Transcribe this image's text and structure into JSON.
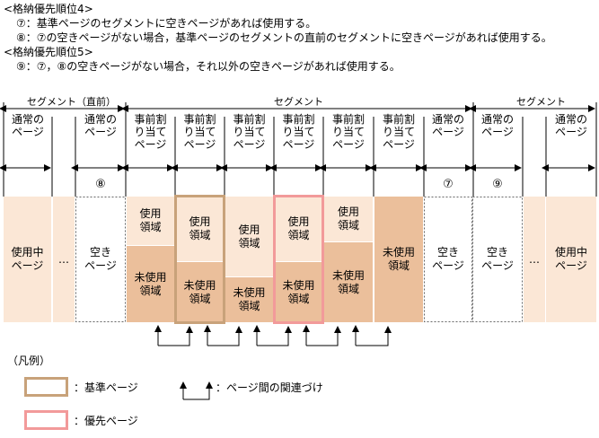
{
  "intro": {
    "line1": "<格納優先順位4>",
    "line2": "⑦：基準ページのセグメントに空きページがあれば使用する。",
    "line3": "⑧：⑦の空きページがない場合，基準ページのセグメントの直前のセグメントに空きページがあれば使用する。",
    "line4": "<格納優先順位5>",
    "line5": "⑨：⑦，⑧の空きページがない場合，それ以外の空きページがあれば使用する。"
  },
  "segments": {
    "prev": "セグメント（直前）",
    "main": "セグメント",
    "next": "セグメント"
  },
  "columns": {
    "normal1": "通常の\nページ",
    "normal2": "通常の\nページ",
    "pre1": "事前割\nり当て\nページ",
    "pre2": "事前割\nり当て\nページ",
    "pre3": "事前割\nり当て\nページ",
    "pre4": "事前割\nり当て\nページ",
    "pre5": "事前割\nり当て\nページ",
    "pre6": "事前割\nり当て\nページ",
    "normal3": "通常の\nページ",
    "normal4": "通常の\nページ",
    "normal5": "通常の\nページ"
  },
  "markers": {
    "m8": "⑧",
    "m7": "⑦",
    "m9": "⑨"
  },
  "cells": {
    "used_page_left": "使用中\nページ",
    "ellipsis_left": "…",
    "free1": "空き\nページ",
    "used_area": "使用\n領域",
    "unused_area": "未使用\n領域",
    "free2": "空き\nページ",
    "free3": "空き\nページ",
    "ellipsis_right": "…",
    "used_page_right": "使用中\nページ"
  },
  "legend": {
    "title": "（凡例）",
    "base_page": "：基準ページ",
    "link": "：ページ間の関連づけ",
    "priority_page": "：優先ページ"
  },
  "colors": {
    "base_border": "#c8a27a",
    "priority_border": "#f29a9a",
    "light_fill": "#fbe7d6",
    "dark_fill": "#ebbf9b"
  }
}
